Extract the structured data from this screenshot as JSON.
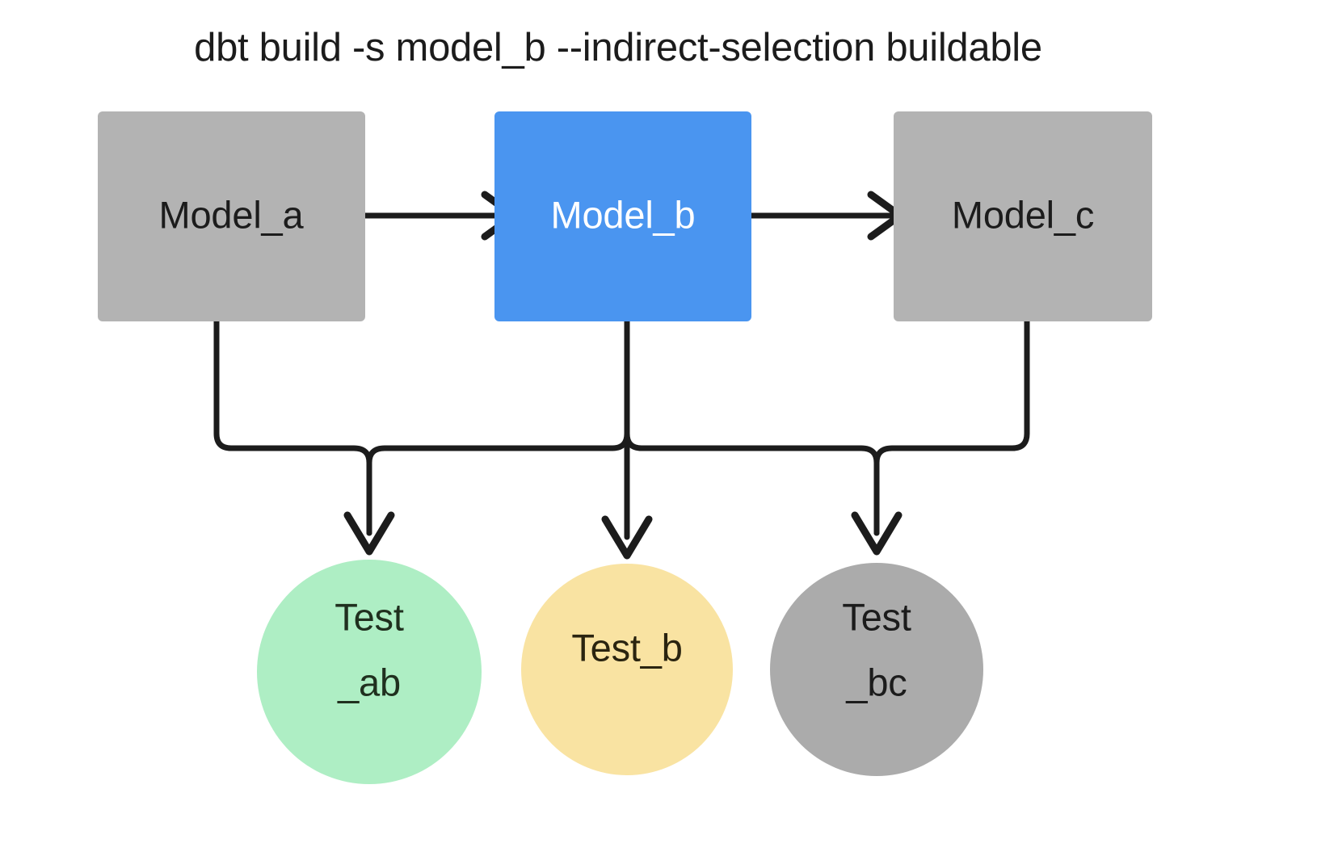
{
  "diagram": {
    "title": "dbt build -s model_b --indirect-selection buildable",
    "background_color": "#ffffff",
    "edge_color": "#1c1c1c",
    "nodes": {
      "model_a": {
        "label": "Model_a",
        "shape": "rectangle",
        "fill": "#b3b3b3",
        "text_color": "#1c1c1c",
        "selected": false
      },
      "model_b": {
        "label": "Model_b",
        "shape": "rectangle",
        "fill": "#4a95f0",
        "text_color": "#ffffff",
        "selected": true
      },
      "model_c": {
        "label": "Model_c",
        "shape": "rectangle",
        "fill": "#b3b3b3",
        "text_color": "#1c1c1c",
        "selected": false
      },
      "test_ab": {
        "label_line1": "Test",
        "label_line2": "_ab",
        "shape": "circle",
        "fill": "#aeeec4",
        "text_color": "#20301f",
        "selected": true
      },
      "test_b": {
        "label_line1": "Test_b",
        "label_line2": "",
        "shape": "circle",
        "fill": "#f9e3a2",
        "text_color": "#2a2410",
        "selected": true
      },
      "test_bc": {
        "label_line1": "Test",
        "label_line2": "_bc",
        "shape": "circle",
        "fill": "#ababab",
        "text_color": "#1c1c1c",
        "selected": false
      }
    },
    "edges": [
      {
        "from": "model_a",
        "to": "model_b",
        "style": "arrow-right"
      },
      {
        "from": "model_b",
        "to": "model_c",
        "style": "arrow-right"
      },
      {
        "from": "model_a",
        "to": "test_ab",
        "style": "elbow-down"
      },
      {
        "from": "model_b",
        "to": "test_ab",
        "style": "elbow-down"
      },
      {
        "from": "model_b",
        "to": "test_b",
        "style": "straight-down"
      },
      {
        "from": "model_b",
        "to": "test_bc",
        "style": "elbow-down"
      },
      {
        "from": "model_c",
        "to": "test_bc",
        "style": "elbow-down"
      }
    ]
  }
}
